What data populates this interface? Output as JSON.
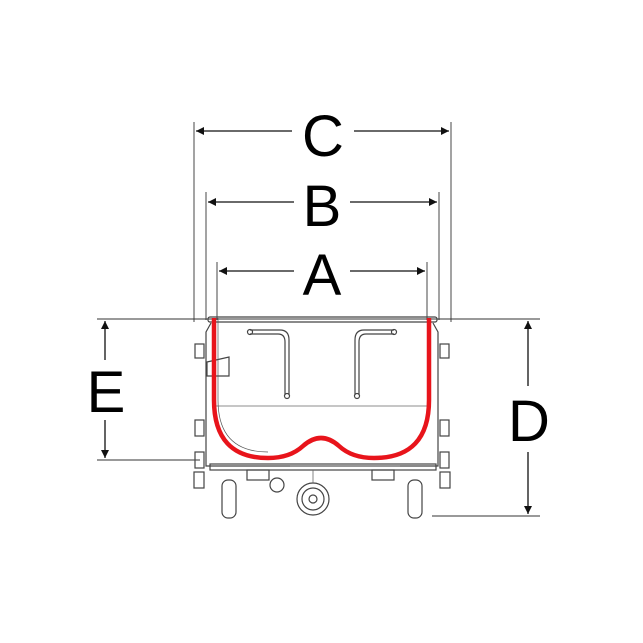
{
  "diagram": {
    "dimension_labels": {
      "a": "A",
      "b": "B",
      "c": "C",
      "d": "D",
      "e": "E"
    },
    "colors": {
      "highlight": "#e8141b",
      "lines": "#111111"
    }
  }
}
